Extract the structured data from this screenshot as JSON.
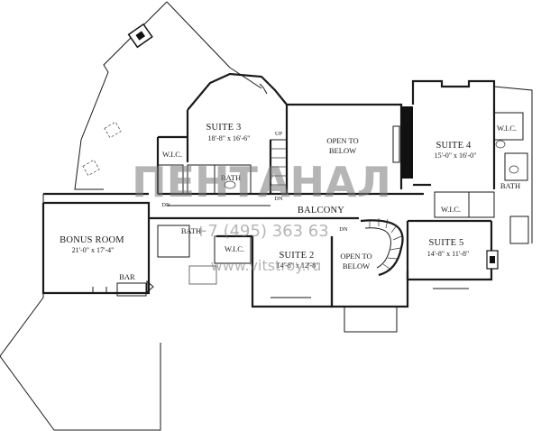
{
  "rooms": {
    "suite3_name": "SUITE 3",
    "suite3_dim": "18'-8\" x 16'-6\"",
    "open_below_1a": "OPEN TO",
    "open_below_1b": "BELOW",
    "suite4_name": "SUITE 4",
    "suite4_dim": "15'-0\" x 16'-0\"",
    "bonus_name": "BONUS ROOM",
    "bonus_dim": "21'-0\" x 17'-4\"",
    "bar": "BAR",
    "balcony": "BALCONY",
    "suite2_name": "SUITE 2",
    "suite2_dim": "14'-8\" x 12'-8\"",
    "open_below_2a": "OPEN TO",
    "open_below_2b": "BELOW",
    "suite5_name": "SUITE 5",
    "suite5_dim": "14'-8\" x 11'-8\"",
    "wic_a": "W.I.C.",
    "wic_b": "W.I.C.",
    "wic_c": "W.I.C.",
    "wic_d": "W.I.C.",
    "bath_a": "BATH",
    "bath_b": "BATH",
    "bath_c": "BATH",
    "dn_a": "DN",
    "dn_b": "DN",
    "dn_c": "DN",
    "up": "UP"
  },
  "watermark": {
    "brand": "ПЕНТАНАЛ",
    "phone": "+7 (495) 363 63",
    "site": "www.vitstroy.ru"
  }
}
